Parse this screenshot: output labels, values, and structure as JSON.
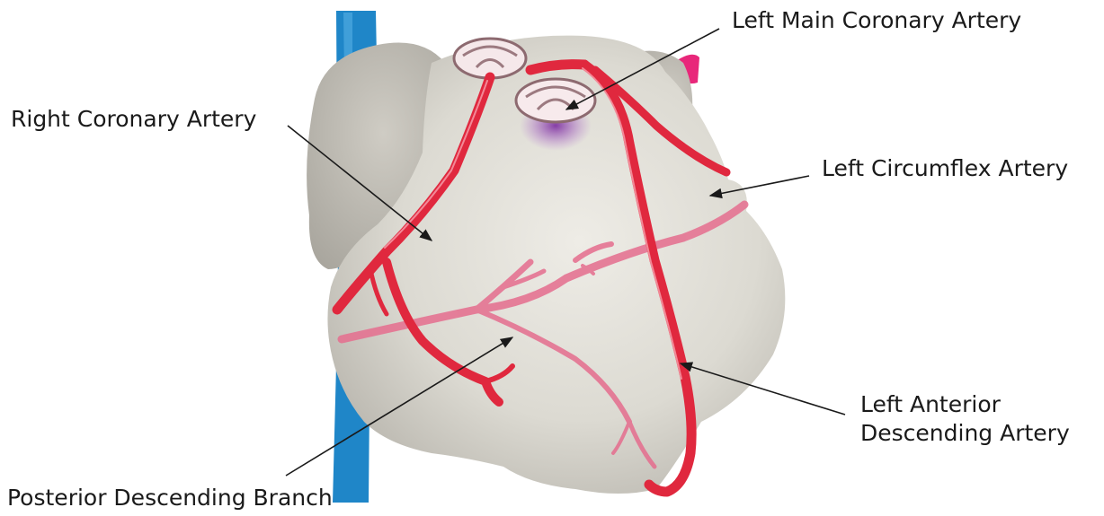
{
  "labels": {
    "left_main": "Left Main Coronary Artery",
    "right_coronary": "Right Coronary Artery",
    "left_circumflex": "Left Circumflex Artery",
    "lad_line1": "Left Anterior",
    "lad_line2": "Descending Artery",
    "posterior_descending": "Posterior Descending Branch"
  },
  "colors": {
    "artery": "#e0283e",
    "artery_posterior": "#e56d8e",
    "heart_body": "#dcdad2",
    "atrium": "#bdbab2",
    "vessel_blue": "#1f86c8",
    "aorta_magenta": "#e8277a",
    "leader_line": "#1a1a1a"
  }
}
